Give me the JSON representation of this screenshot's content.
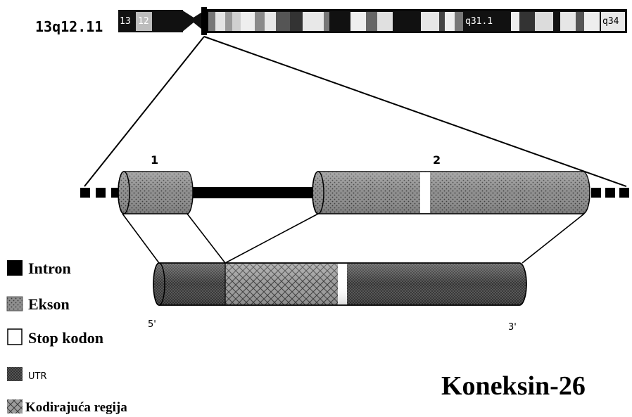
{
  "chromosome": {
    "locus_label": "13q12.11",
    "band_labels": [
      "13",
      "12",
      "q31.1",
      "q34"
    ]
  },
  "gene": {
    "exon_numbers": [
      "1",
      "2"
    ]
  },
  "mrna": {
    "five_prime": "5'",
    "three_prime": "3'"
  },
  "legend": {
    "items": [
      {
        "key": "intron",
        "label": "Intron"
      },
      {
        "key": "exon",
        "label": "Ekson"
      },
      {
        "key": "stop",
        "label": "Stop kodon"
      },
      {
        "key": "utr",
        "label": "UTR"
      },
      {
        "key": "coding",
        "label": "Kodirajuća regija"
      }
    ]
  },
  "title": "Koneksin-26",
  "colors": {
    "intron": "#000000",
    "exon_fill": "#8c8c8c",
    "utr_fill": "#6e6e6e",
    "coding_fill": "#9a9a9a",
    "stop": "#ffffff"
  }
}
